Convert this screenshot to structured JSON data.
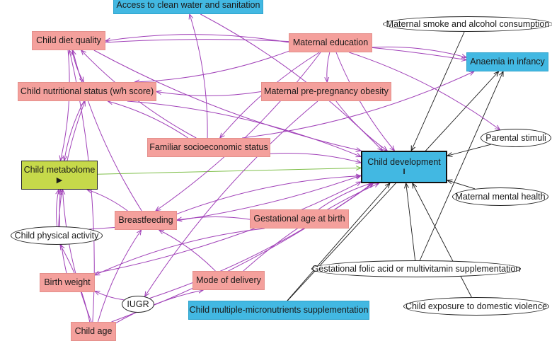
{
  "colors": {
    "node_pink": "#f4a09c",
    "node_blue": "#42b8e2",
    "node_green": "#c6d94a",
    "arrow_purple": "#a040b8",
    "arrow_green": "#7fbf4a",
    "arrow_black": "#1a1a1a"
  },
  "nodes": {
    "access_water": {
      "label": "Access to clean water and sanitation",
      "kind": "exposure-blue"
    },
    "child_diet": {
      "label": "Child diet quality",
      "kind": "covariate-pink"
    },
    "maternal_education": {
      "label": "Maternal education",
      "kind": "covariate-pink"
    },
    "maternal_smoke": {
      "label": "Maternal smoke and alcohol consumption",
      "kind": "unobserved"
    },
    "anaemia": {
      "label": "Anaemia in infancy",
      "kind": "exposure-blue"
    },
    "child_nutritional": {
      "label": "Child nutritional status (w/h score)",
      "kind": "covariate-pink"
    },
    "maternal_obesity": {
      "label": "Maternal pre-pregnancy obesity",
      "kind": "covariate-pink"
    },
    "parental_stimuli": {
      "label": "Parental stimuli",
      "kind": "unobserved"
    },
    "familiar_ses": {
      "label": "Familiar socioeconomic status",
      "kind": "covariate-pink"
    },
    "child_development": {
      "label": "Child development",
      "marker": "I",
      "kind": "outcome"
    },
    "child_metabolome": {
      "label": "Child metabolome",
      "marker": "▶",
      "kind": "exposure"
    },
    "maternal_mental": {
      "label": "Maternal mental health",
      "kind": "unobserved"
    },
    "child_activity": {
      "label": "Child physical activity",
      "kind": "unobserved"
    },
    "breastfeeding": {
      "label": "Breastfeeding",
      "kind": "covariate-pink"
    },
    "gestational_age": {
      "label": "Gestational age at birth",
      "kind": "covariate-pink"
    },
    "gestational_folic": {
      "label": "Gestational folic acid or multivitamin supplementation",
      "kind": "unobserved"
    },
    "birth_weight": {
      "label": "Birth weight",
      "kind": "covariate-pink"
    },
    "mode_delivery": {
      "label": "Mode of delivery",
      "kind": "covariate-pink"
    },
    "iugr": {
      "label": "IUGR",
      "kind": "unobserved"
    },
    "child_micronutrients": {
      "label": "Child multiple-micronutrients supplementation",
      "kind": "exposure-blue"
    },
    "child_violence": {
      "label": "Child exposure to domestic violence",
      "kind": "unobserved"
    },
    "child_age": {
      "label": "Child age",
      "kind": "covariate-pink"
    }
  },
  "edges": [
    [
      "child_metabolome",
      "child_development",
      "green"
    ],
    [
      "maternal_smoke",
      "child_development",
      "black"
    ],
    [
      "maternal_mental",
      "child_development",
      "black"
    ],
    [
      "gestational_folic",
      "child_development",
      "black"
    ],
    [
      "child_violence",
      "child_development",
      "black"
    ],
    [
      "child_micronutrients",
      "child_development",
      "black"
    ],
    [
      "child_micronutrients",
      "anaemia",
      "black"
    ],
    [
      "gestational_folic",
      "anaemia",
      "black"
    ],
    [
      "parental_stimuli",
      "child_development",
      "black"
    ],
    [
      "maternal_education",
      "child_diet",
      "purple"
    ],
    [
      "maternal_education",
      "child_nutritional",
      "purple"
    ],
    [
      "maternal_education",
      "maternal_obesity",
      "purple"
    ],
    [
      "maternal_education",
      "anaemia",
      "purple"
    ],
    [
      "maternal_education",
      "child_development",
      "purple"
    ],
    [
      "maternal_education",
      "parental_stimuli",
      "purple"
    ],
    [
      "maternal_education",
      "familiar_ses",
      "purple"
    ],
    [
      "maternal_education",
      "breastfeeding",
      "purple"
    ],
    [
      "familiar_ses",
      "access_water",
      "purple"
    ],
    [
      "familiar_ses",
      "child_diet",
      "purple"
    ],
    [
      "familiar_ses",
      "child_nutritional",
      "purple"
    ],
    [
      "familiar_ses",
      "child_development",
      "purple"
    ],
    [
      "familiar_ses",
      "anaemia",
      "purple"
    ],
    [
      "access_water",
      "child_development",
      "purple"
    ],
    [
      "child_diet",
      "child_nutritional",
      "purple"
    ],
    [
      "child_diet",
      "child_metabolome",
      "purple"
    ],
    [
      "child_diet",
      "child_development",
      "purple"
    ],
    [
      "child_diet",
      "anaemia",
      "purple"
    ],
    [
      "child_nutritional",
      "child_metabolome",
      "purple"
    ],
    [
      "child_nutritional",
      "child_development",
      "purple"
    ],
    [
      "maternal_obesity",
      "child_development",
      "purple"
    ],
    [
      "maternal_obesity",
      "child_nutritional",
      "purple"
    ],
    [
      "maternal_obesity",
      "iugr",
      "purple"
    ],
    [
      "breastfeeding",
      "child_diet",
      "purple"
    ],
    [
      "breastfeeding",
      "child_metabolome",
      "purple"
    ],
    [
      "breastfeeding",
      "child_development",
      "purple"
    ],
    [
      "gestational_age",
      "breastfeeding",
      "purple"
    ],
    [
      "gestational_age",
      "child_development",
      "purple"
    ],
    [
      "gestational_age",
      "birth_weight",
      "purple"
    ],
    [
      "birth_weight",
      "child_metabolome",
      "purple"
    ],
    [
      "birth_weight",
      "child_development",
      "purple"
    ],
    [
      "mode_delivery",
      "child_development",
      "purple"
    ],
    [
      "mode_delivery",
      "breastfeeding",
      "purple"
    ],
    [
      "iugr",
      "birth_weight",
      "purple"
    ],
    [
      "iugr",
      "child_development",
      "purple"
    ],
    [
      "child_activity",
      "child_metabolome",
      "purple"
    ],
    [
      "child_activity",
      "child_development",
      "purple"
    ],
    [
      "child_activity",
      "child_nutritional",
      "purple"
    ],
    [
      "child_age",
      "child_activity",
      "purple"
    ],
    [
      "child_age",
      "child_metabolome",
      "purple"
    ],
    [
      "child_age",
      "child_development",
      "purple"
    ],
    [
      "child_age",
      "breastfeeding",
      "purple"
    ],
    [
      "child_age",
      "child_diet",
      "purple"
    ],
    [
      "child_age",
      "mode_delivery",
      "purple"
    ]
  ]
}
